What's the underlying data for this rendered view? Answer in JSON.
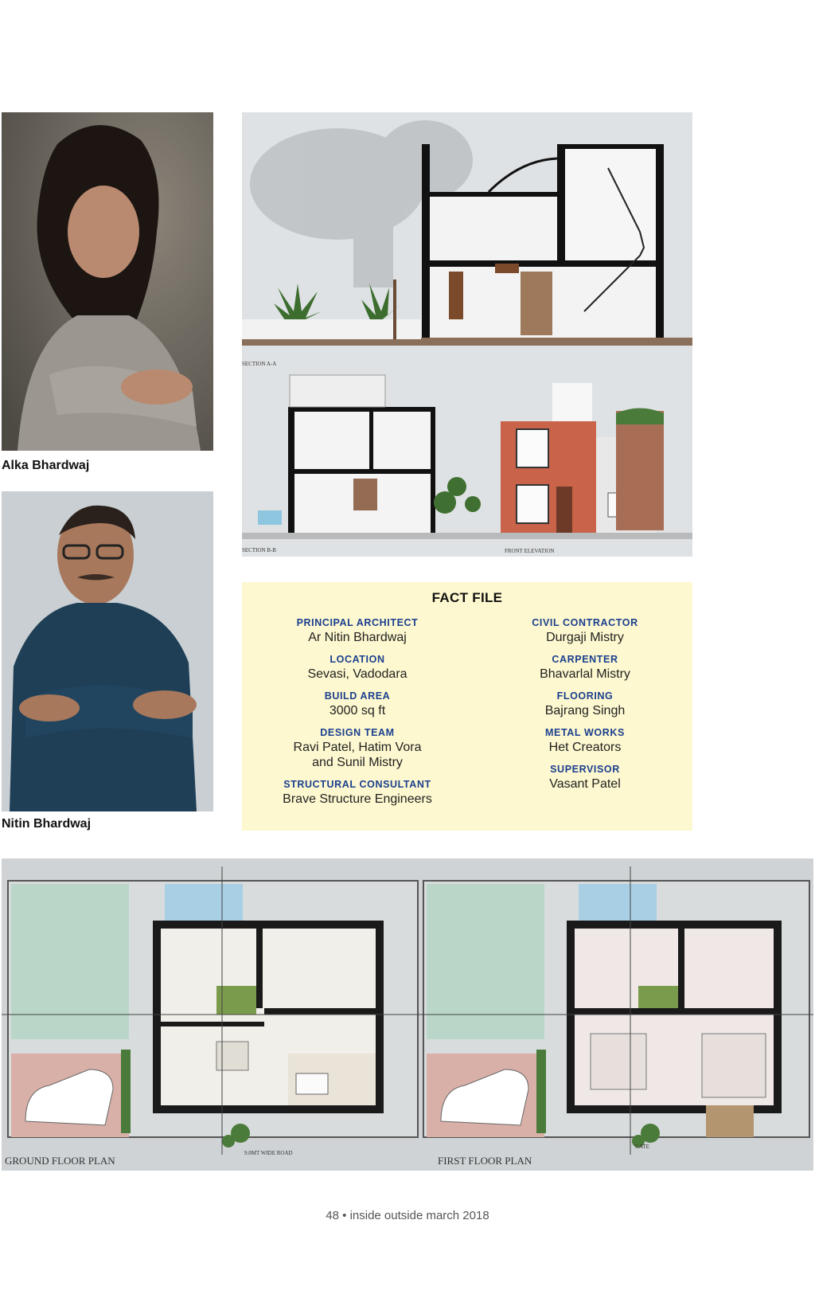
{
  "people": [
    {
      "name": "Alka Bhardwaj"
    },
    {
      "name": "Nitin Bhardwaj"
    }
  ],
  "drawings": {
    "section_aa_label": "SECTION A-A",
    "section_bb_label": "SECTION B-B",
    "front_elevation_label": "FRONT ELEVATION",
    "ground_floor_label": "GROUND FLOOR PLAN",
    "first_floor_label": "FIRST FLOOR PLAN",
    "road_label": "9.0MT WIDE ROAD",
    "gate_label": "GATE"
  },
  "fact_file": {
    "title": "FACT FILE",
    "left": [
      {
        "role": "PRINCIPAL ARCHITECT",
        "name": "Ar Nitin Bhardwaj"
      },
      {
        "role": "LOCATION",
        "name": "Sevasi, Vadodara"
      },
      {
        "role": "BUILD AREA",
        "name": "3000 sq ft"
      },
      {
        "role": "DESIGN TEAM",
        "name": "Ravi Patel, Hatim Vora and Sunil Mistry"
      },
      {
        "role": "STRUCTURAL CONSULTANT",
        "name": "Brave Structure Engineers"
      }
    ],
    "right": [
      {
        "role": "CIVIL CONTRACTOR",
        "name": "Durgaji Mistry"
      },
      {
        "role": "CARPENTER",
        "name": "Bhavarlal Mistry"
      },
      {
        "role": "FLOORING",
        "name": "Bajrang Singh"
      },
      {
        "role": "METAL WORKS",
        "name": "Het Creators"
      },
      {
        "role": "SUPERVISOR",
        "name": "Vasant Patel"
      }
    ]
  },
  "footer": {
    "text": "48 • inside outside march 2018"
  }
}
